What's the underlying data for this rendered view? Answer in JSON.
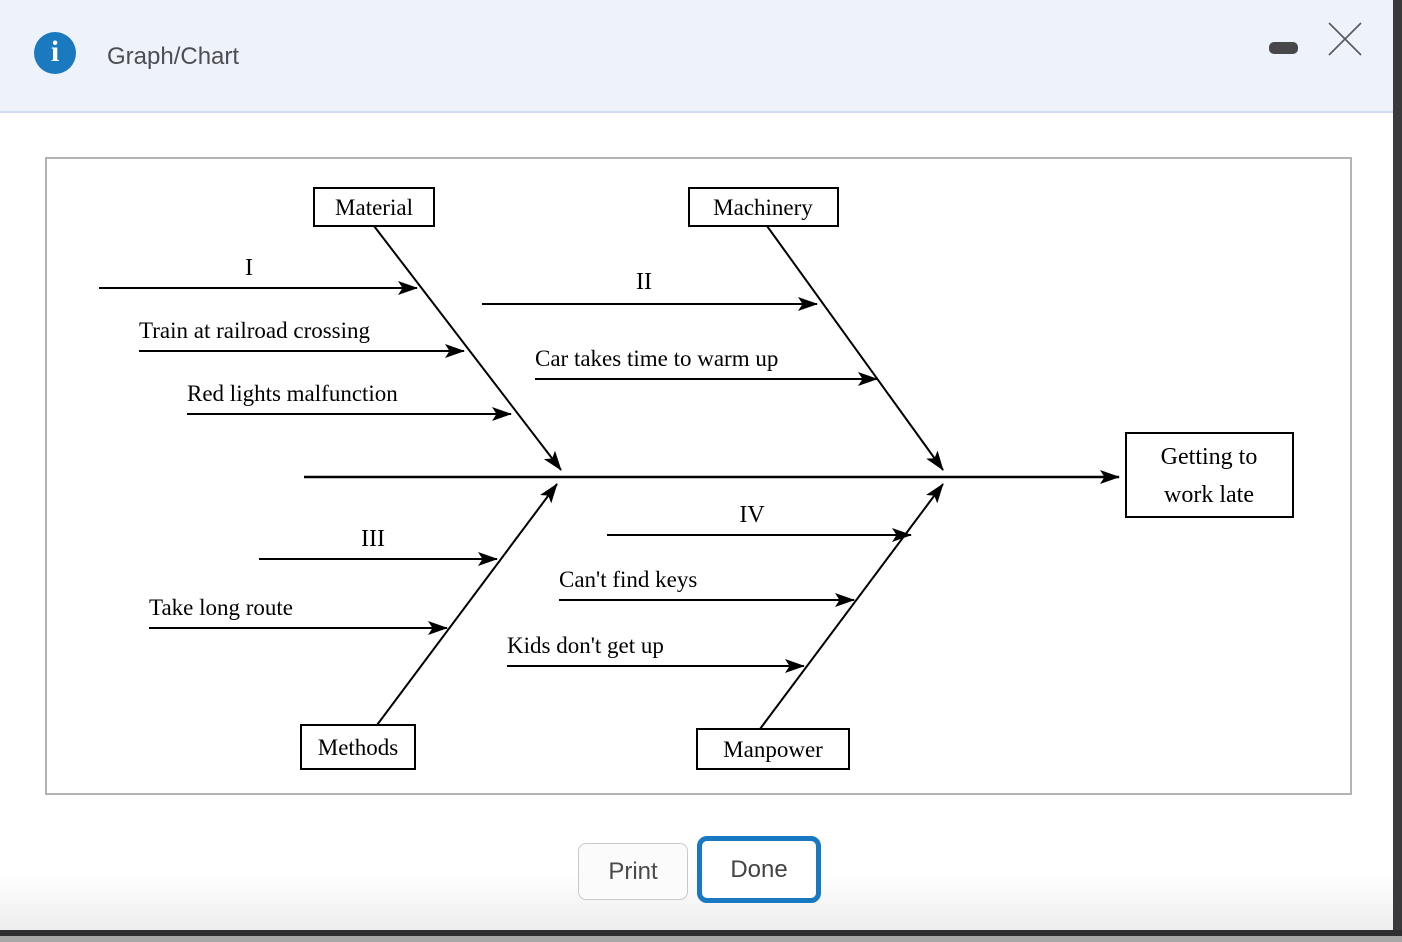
{
  "header": {
    "title": "Graph/Chart"
  },
  "window_controls": {
    "minimize_icon": "minimize-dash",
    "close_icon": "close-x"
  },
  "diagram": {
    "type": "fishbone",
    "effect": {
      "label": "Getting to work late",
      "line1": "Getting to",
      "line2": "work late"
    },
    "categories": [
      {
        "name": "Material",
        "position": "top-left",
        "causes": [
          "I",
          "Train at railroad crossing",
          "Red lights malfunction"
        ]
      },
      {
        "name": "Machinery",
        "position": "top-right",
        "causes": [
          "II",
          "Car takes time to warm up"
        ]
      },
      {
        "name": "Methods",
        "position": "bottom-left",
        "causes": [
          "III",
          "Take long route"
        ]
      },
      {
        "name": "Manpower",
        "position": "bottom-right",
        "causes": [
          "IV",
          "Can't find keys",
          "Kids don't get up"
        ]
      }
    ]
  },
  "footer": {
    "print_label": "Print",
    "done_label": "Done"
  },
  "colors": {
    "accent_blue": "#1878c2",
    "info_icon_blue": "#1b79c0",
    "header_bg": "#eef3fb",
    "diagram_border": "#b3b3b3",
    "line_black": "#000000"
  }
}
